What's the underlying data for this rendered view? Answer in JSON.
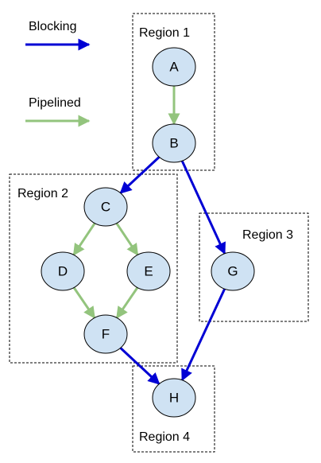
{
  "colors": {
    "blocking": "#0000d4",
    "pipelined": "#93c47d",
    "node_fill": "#cfe2f3",
    "node_stroke": "#000000",
    "region_stroke": "#000000"
  },
  "legend": {
    "blocking_label": "Blocking",
    "pipelined_label": "Pipelined"
  },
  "regions": [
    {
      "id": "region-1",
      "label": "Region 1"
    },
    {
      "id": "region-2",
      "label": "Region 2"
    },
    {
      "id": "region-3",
      "label": "Region 3"
    },
    {
      "id": "region-4",
      "label": "Region 4"
    }
  ],
  "nodes": [
    {
      "id": "A",
      "label": "A"
    },
    {
      "id": "B",
      "label": "B"
    },
    {
      "id": "C",
      "label": "C"
    },
    {
      "id": "D",
      "label": "D"
    },
    {
      "id": "E",
      "label": "E"
    },
    {
      "id": "F",
      "label": "F"
    },
    {
      "id": "G",
      "label": "G"
    },
    {
      "id": "H",
      "label": "H"
    }
  ],
  "edges": [
    {
      "from": "A",
      "to": "B",
      "kind": "pipelined"
    },
    {
      "from": "B",
      "to": "C",
      "kind": "blocking"
    },
    {
      "from": "B",
      "to": "G",
      "kind": "blocking"
    },
    {
      "from": "C",
      "to": "D",
      "kind": "pipelined"
    },
    {
      "from": "C",
      "to": "E",
      "kind": "pipelined"
    },
    {
      "from": "D",
      "to": "F",
      "kind": "pipelined"
    },
    {
      "from": "E",
      "to": "F",
      "kind": "pipelined"
    },
    {
      "from": "F",
      "to": "H",
      "kind": "blocking"
    },
    {
      "from": "G",
      "to": "H",
      "kind": "blocking"
    }
  ]
}
